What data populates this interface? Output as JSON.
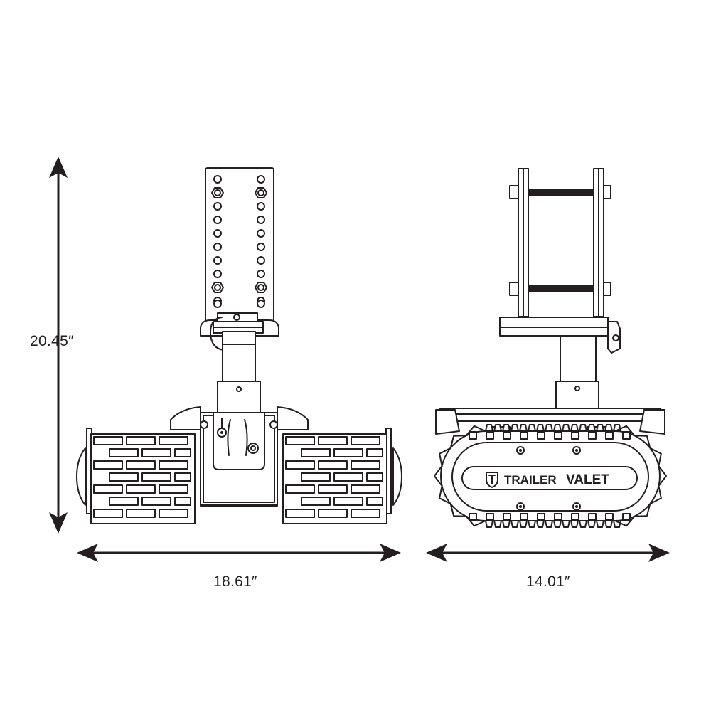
{
  "dimensions": {
    "height": "20.45″",
    "width_left": "18.61″",
    "width_right": "14.01″"
  },
  "brand": {
    "word1": "TRAILER",
    "word2": "VALET",
    "logo_icon": "tv-shield-logo-icon"
  },
  "colors": {
    "line": "#231f20",
    "fill": "#ffffff"
  }
}
